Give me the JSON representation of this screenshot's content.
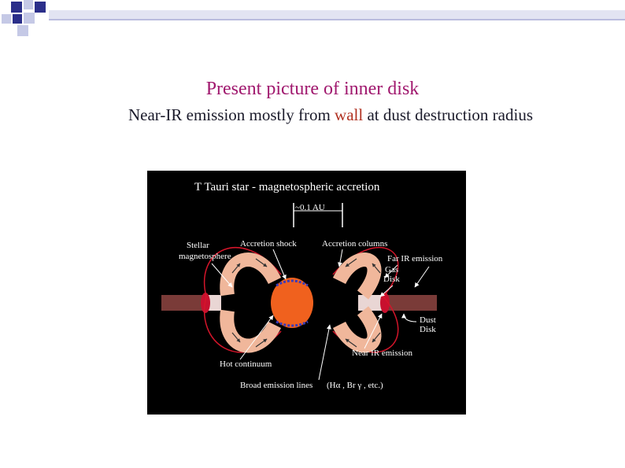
{
  "slide": {
    "title": "Present picture of inner disk",
    "subtitle_pre": "Near-IR emission mostly from ",
    "subtitle_highlight": "wall",
    "subtitle_post": " at dust destruction radius"
  },
  "figure": {
    "title": "T Tauri star - magnetospheric accretion",
    "scale": "~0.1 AU",
    "labels": {
      "stellar_1": "Stellar",
      "stellar_2": "magnetosphere",
      "accretion_shock": "Accretion shock",
      "accretion_columns": "Accretion columns",
      "far_ir": "Far IR emission",
      "gas_disk_1": "Gas",
      "gas_disk_2": "Disk",
      "dust_disk_1": "Dust",
      "dust_disk_2": "Disk",
      "near_ir": "Near IR emission",
      "hot_continuum": "Hot  continuum",
      "broad_lines": "Broad emission lines",
      "broad_lines_paren": "(Hα , Br γ , etc.)"
    }
  },
  "colors": {
    "title": "#a0186e",
    "highlight": "#b03020",
    "deco_dark": "#2b2f8a",
    "deco_light": "#c5c9e6"
  }
}
